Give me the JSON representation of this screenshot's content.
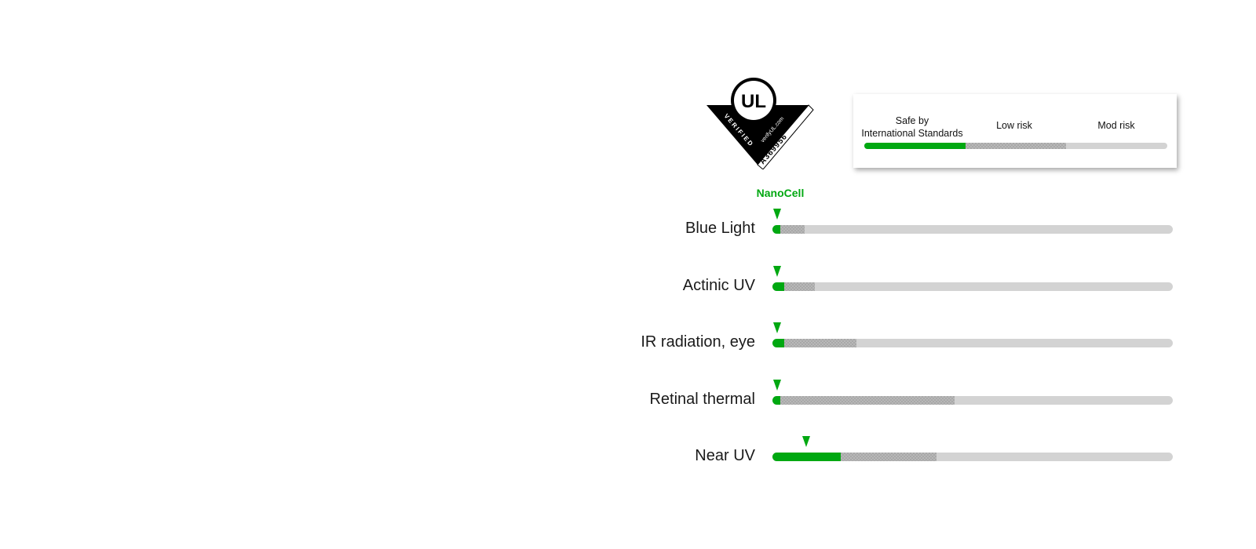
{
  "badge": {
    "logo_text": "UL",
    "verified_text": "VERIFIED",
    "url_text": "verifyUL.com",
    "code_text": "A369956"
  },
  "legend": {
    "safe_label": "Safe by\nInternational Standards",
    "low_label": "Low risk",
    "mod_label": "Mod risk",
    "ranges": {
      "safe": [
        0,
        0.333
      ],
      "low": [
        0.333,
        0.667
      ],
      "mod": [
        0.667,
        1.0
      ]
    }
  },
  "colors": {
    "safe": "#00a811",
    "low": "#a8a8a8",
    "track": "#d3d3d3",
    "marker": "#00a811"
  },
  "chart_data": {
    "type": "bar",
    "product": "NanoCell",
    "categories": [
      "Blue Light",
      "Actinic UV",
      "IR radiation, eye",
      "Retinal thermal",
      "Near UV"
    ],
    "safe_limit": [
      0.02,
      0.03,
      0.03,
      0.02,
      0.17
    ],
    "low_limit": [
      0.08,
      0.105,
      0.21,
      0.455,
      0.41
    ],
    "product_value": [
      0.012,
      0.012,
      0.012,
      0.012,
      0.085
    ],
    "xlim": [
      0,
      1
    ]
  }
}
